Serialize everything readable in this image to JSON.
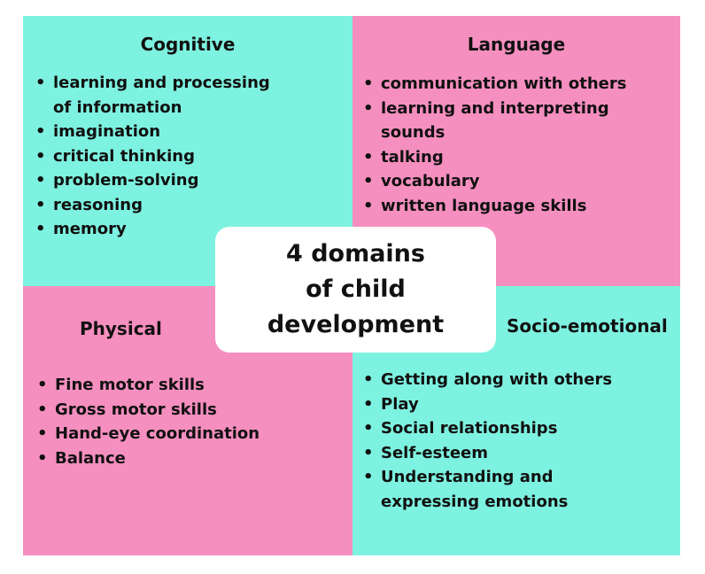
{
  "colors": {
    "cyan": "#7ef2e0",
    "pink": "#f58fbf"
  },
  "center": {
    "line1": "4 domains",
    "line2": "of child development"
  },
  "cognitive": {
    "title": "Cognitive",
    "items": [
      "learning and processing of information",
      "imagination",
      "critical thinking",
      "problem-solving",
      "reasoning",
      "memory"
    ]
  },
  "language": {
    "title": "Language",
    "items": [
      "communication with others",
      "learning and interpreting sounds",
      "talking",
      "vocabulary",
      "written language skills"
    ]
  },
  "physical": {
    "title": "Physical",
    "items": [
      "Fine motor skills",
      "Gross motor skills",
      "Hand-eye coordination",
      "Balance"
    ]
  },
  "socio_emotional": {
    "title": "Socio-emotional",
    "items": [
      "Getting along with others",
      "Play",
      "Social relationships",
      "Self-esteem",
      "Understanding and expressing emotions"
    ]
  }
}
